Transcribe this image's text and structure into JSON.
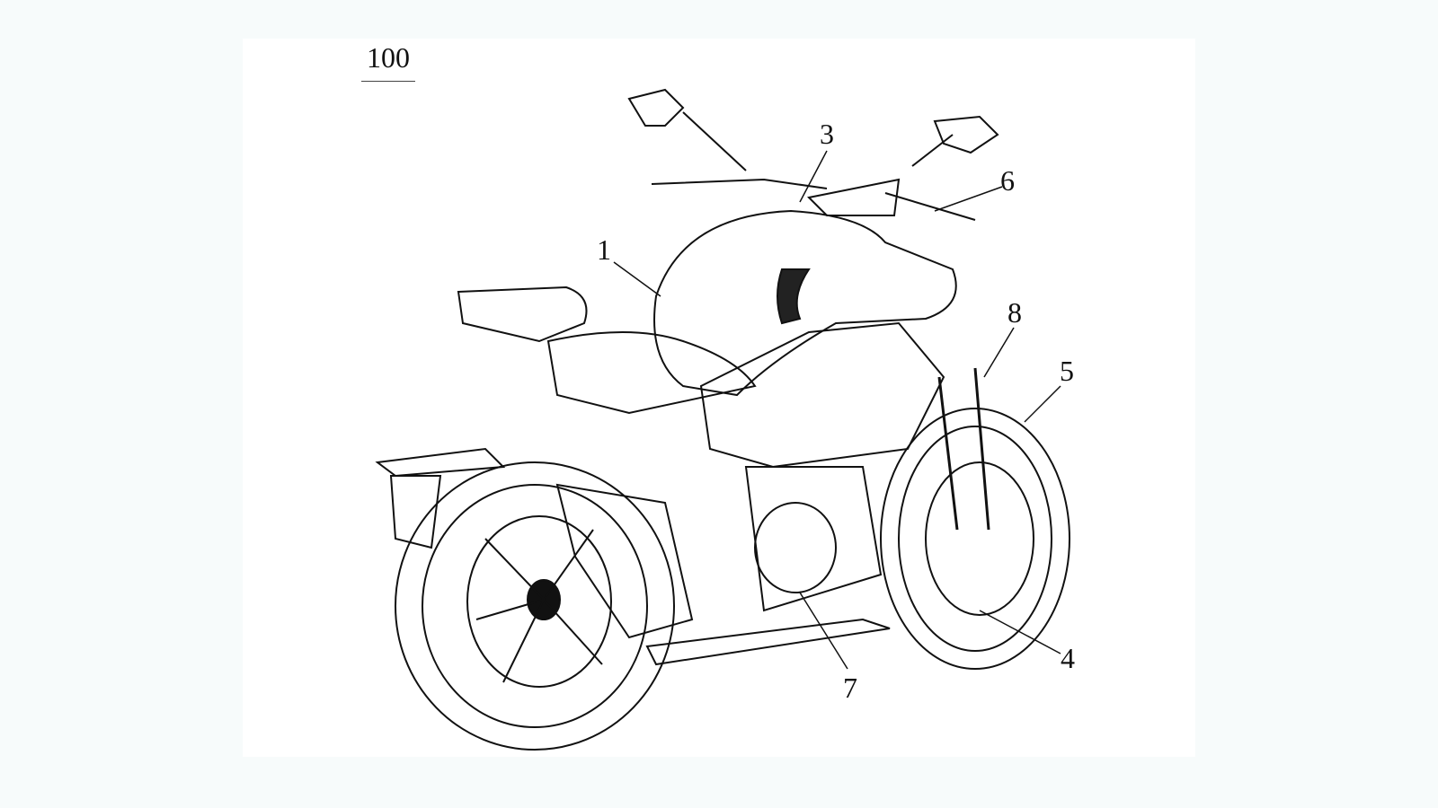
{
  "figure": {
    "number": "100"
  },
  "reference_labels": {
    "l1": "1",
    "l3": "3",
    "l4": "4",
    "l5": "5",
    "l6": "6",
    "l7": "7",
    "l8": "8"
  },
  "colors": {
    "background": "#f7fbfb",
    "panel": "#ffffff",
    "ink": "#111111"
  }
}
